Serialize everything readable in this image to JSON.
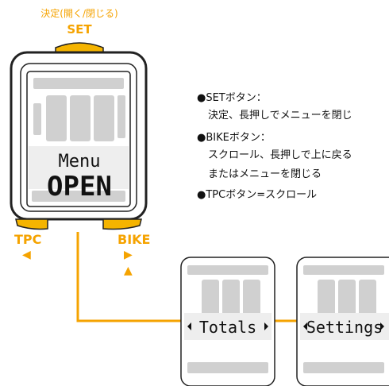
{
  "top": {
    "caption": "決定(開く/閉じる)",
    "set_label": "SET"
  },
  "buttons": {
    "tpc_label": "TPC",
    "bike_label": "BIKE",
    "arrow_left": "◀",
    "arrow_right": "▶",
    "arrow_up": "▲"
  },
  "device_main": {
    "line1": "Menu",
    "line2": "OPEN"
  },
  "screens": [
    {
      "label": "Totals"
    },
    {
      "label": "Settings"
    }
  ],
  "notes": [
    "●SETボタン：",
    "決定、長押しでメニューを閉じ",
    "●BIKEボタン：",
    "スクロール、長押しで上に戻る",
    "またはメニューを閉じる",
    "●TPCボタン=スクロール"
  ],
  "colors": {
    "accent": "#f5a300",
    "outline": "#222222",
    "lcd_ghost": "#cfcfcf"
  }
}
